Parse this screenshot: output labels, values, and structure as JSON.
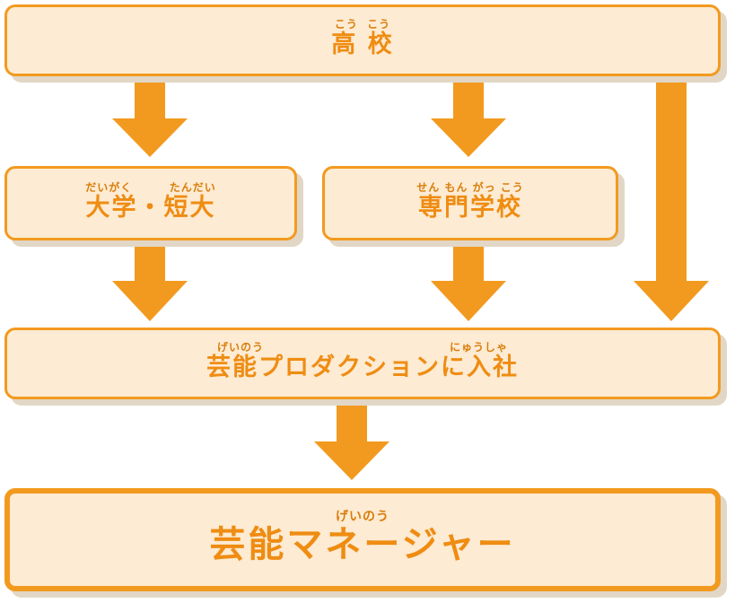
{
  "nodes": {
    "high_school": {
      "ruby": "こう  こう",
      "label": "高 校"
    },
    "university": {
      "ruby": "だいがく        たんだい",
      "label": "大学・短大"
    },
    "vocational": {
      "ruby": "せん もん がっ こう",
      "label": "専門学校"
    },
    "agency": {
      "ruby": "げいのう                                        にゅうしゃ",
      "label": "芸能プロダクションに入社"
    },
    "manager": {
      "ruby": "げいのう",
      "label": "芸能マネージャー"
    }
  },
  "colors": {
    "border": "#f29a1f",
    "fill": "#fdebd3",
    "text": "#ef8c12",
    "shadow": "#e2d7c6",
    "arrow": "#f29a1f"
  }
}
